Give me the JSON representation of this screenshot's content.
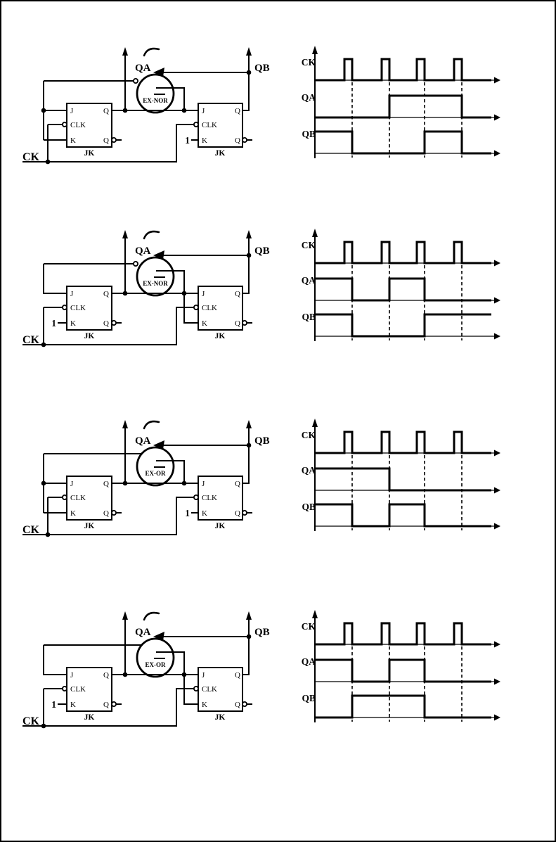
{
  "document": {
    "title": "jk-flip-flop-counter-worksheet",
    "background": "#ffffff",
    "ink": "#000000",
    "border": "#000000"
  },
  "rows": [
    {
      "circuit": {
        "gate_label": "EX-NOR",
        "gate_input_bubble": true,
        "constant_one_input": "right-ff-K",
        "constant_label": "1",
        "qa_label": "QA",
        "qb_label": "QB",
        "clock_label": "CK",
        "ff_labels": {
          "j": "J",
          "clk": "CLK",
          "k": "K",
          "q": "Q",
          "name": "JK"
        }
      },
      "timing": {
        "ck_label": "CK",
        "qa_label": "QA",
        "qb_label": "QB",
        "clock_pulses": 4,
        "qa_levels": [
          0,
          0,
          1,
          1,
          0
        ],
        "qb_levels": [
          1,
          0,
          0,
          1,
          0
        ]
      }
    },
    {
      "circuit": {
        "gate_label": "EX-NOR",
        "gate_input_bubble": true,
        "constant_one_input": "left-ff-K",
        "constant_label": "1",
        "qa_label": "QA",
        "qb_label": "QB",
        "clock_label": "CK",
        "ff_labels": {
          "j": "J",
          "clk": "CLK",
          "k": "K",
          "q": "Q",
          "name": "JK"
        }
      },
      "timing": {
        "ck_label": "CK",
        "qa_label": "QA",
        "qb_label": "QB",
        "clock_pulses": 4,
        "qa_levels": [
          1,
          0,
          1,
          0,
          0
        ],
        "qb_levels": [
          1,
          0,
          0,
          1,
          1
        ]
      }
    },
    {
      "circuit": {
        "gate_label": "EX-OR",
        "gate_input_bubble": false,
        "constant_one_input": "right-ff-K",
        "constant_label": "1",
        "qa_label": "QA",
        "qb_label": "QB",
        "clock_label": "CK",
        "ff_labels": {
          "j": "J",
          "clk": "CLK",
          "k": "K",
          "q": "Q",
          "name": "JK"
        }
      },
      "timing": {
        "ck_label": "CK",
        "qa_label": "QA",
        "qb_label": "QB",
        "clock_pulses": 4,
        "qa_levels": [
          1,
          1,
          0,
          0,
          0
        ],
        "qb_levels": [
          1,
          0,
          1,
          0,
          0
        ]
      }
    },
    {
      "circuit": {
        "gate_label": "EX-OR",
        "gate_input_bubble": false,
        "constant_one_input": "left-ff-K",
        "constant_label": "1",
        "qa_label": "QA",
        "qb_label": "QB",
        "clock_label": "CK",
        "ff_labels": {
          "j": "J",
          "clk": "CLK",
          "k": "K",
          "q": "Q",
          "name": "JK"
        }
      },
      "timing": {
        "ck_label": "CK",
        "qa_label": "QA",
        "qb_label": "QB",
        "clock_pulses": 4,
        "qa_levels": [
          1,
          0,
          1,
          0,
          0
        ],
        "qb_levels": [
          0,
          1,
          1,
          0,
          0
        ]
      }
    }
  ]
}
